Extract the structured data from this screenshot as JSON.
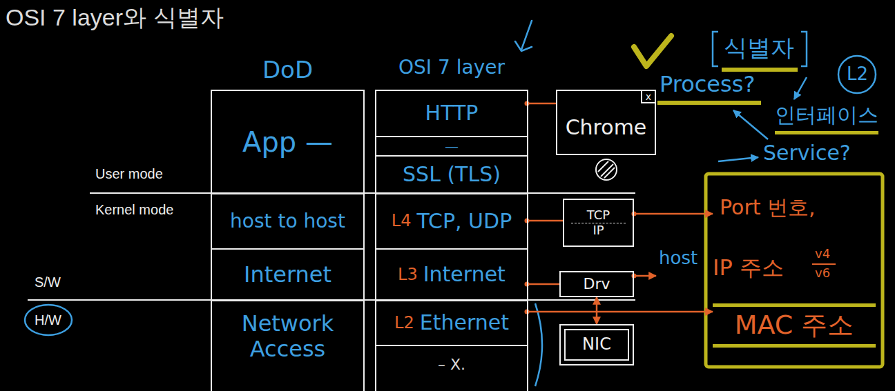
{
  "diagram": {
    "title": "OSI 7 layer와 식별자",
    "nodes": [
      {
        "text": [
          "DoD"
        ]
      },
      {
        "text": [
          "App —"
        ],
        "in": 0
      },
      {
        "text": [
          "host to host"
        ],
        "in": 0
      },
      {
        "text": [
          "Internet"
        ],
        "in": 0
      },
      {
        "text": [
          "Network Access"
        ],
        "in": 0
      },
      {
        "text": [
          "OSI 7 layer"
        ]
      },
      {
        "text": [
          "HTTP"
        ],
        "in": 5
      },
      {
        "text": [
          "—"
        ],
        "in": 5
      },
      {
        "text": [
          "SSL (TLS)"
        ],
        "in": 5
      },
      {
        "text": [
          "L4",
          "TCP, UDP"
        ],
        "in": 5
      },
      {
        "text": [
          "L3",
          "Internet"
        ],
        "in": 5
      },
      {
        "text": [
          "L2",
          "Ethernet"
        ],
        "in": 5
      },
      {
        "text": [
          "– X."
        ],
        "in": 5
      },
      {
        "text": [
          "Chrome",
          "x"
        ]
      },
      {
        "text": [
          "TCP",
          "IP"
        ]
      },
      {
        "text": [
          "Drv"
        ]
      },
      {
        "text": [
          "NIC"
        ]
      },
      {
        "text": [
          "Port 번호,"
        ]
      },
      {
        "text": [
          "host",
          "IP 주소",
          "v4",
          "v6"
        ]
      },
      {
        "text": [
          "MAC 주소"
        ]
      }
    ],
    "edges": [
      {
        "from": 6,
        "to": 13,
        "arrow": "none"
      },
      {
        "from": 9,
        "to": 14,
        "arrow": "none"
      },
      {
        "from": 14,
        "to": 17,
        "arrow": "to"
      },
      {
        "from": 10,
        "to": 15,
        "arrow": "none"
      },
      {
        "from": 15,
        "to": 18,
        "arrow": "to"
      },
      {
        "from": 11,
        "to": 19,
        "arrow": "to"
      },
      {
        "from": 16,
        "to": 15,
        "arrow": "both"
      }
    ],
    "labels": [
      "User mode",
      "Kernel mode",
      "S/W",
      "H/W",
      "식별자",
      "L2",
      "Process?",
      "인터페이스",
      "Service?"
    ]
  }
}
